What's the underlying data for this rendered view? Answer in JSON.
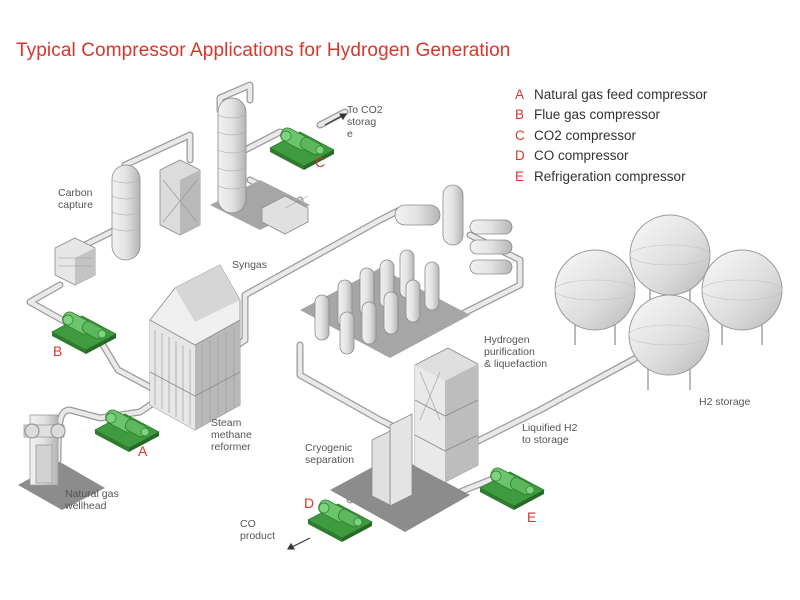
{
  "title": "Typical Compressor Applications for Hydrogen Generation",
  "legend": [
    {
      "letter": "A",
      "label": "Natural gas feed compressor"
    },
    {
      "letter": "B",
      "label": "Flue gas compressor"
    },
    {
      "letter": "C",
      "label": "CO2 compressor"
    },
    {
      "letter": "D",
      "label": "CO compressor"
    },
    {
      "letter": "E",
      "label": "Refrigeration compressor"
    }
  ],
  "labels": {
    "to_co2_storage": "To CO2\nstorag\ne",
    "carbon_capture": "Carbon\ncapture",
    "syngas": "Syngas",
    "hydrogen_purification": "Hydrogen\npurification\n& liquefaction",
    "h2_storage": "H2 storage",
    "liquified_h2": "Liquified H2\nto storage",
    "steam_methane_reformer": "Steam\nmethane\nreformer",
    "cryogenic_separation": "Cryogenic\nseparation",
    "natural_gas_wellhead": "Natural gas\nwellhead",
    "co_product": "CO\nproduct"
  },
  "markers": {
    "a": "A",
    "b": "B",
    "c": "C",
    "d": "D",
    "e": "E"
  },
  "colors": {
    "accent": "#d9362b",
    "compressor": "#5cb85c",
    "compressor_dark": "#3a8a3a",
    "equipment": "#e4e4e4",
    "pad": "#8c8c8c"
  }
}
